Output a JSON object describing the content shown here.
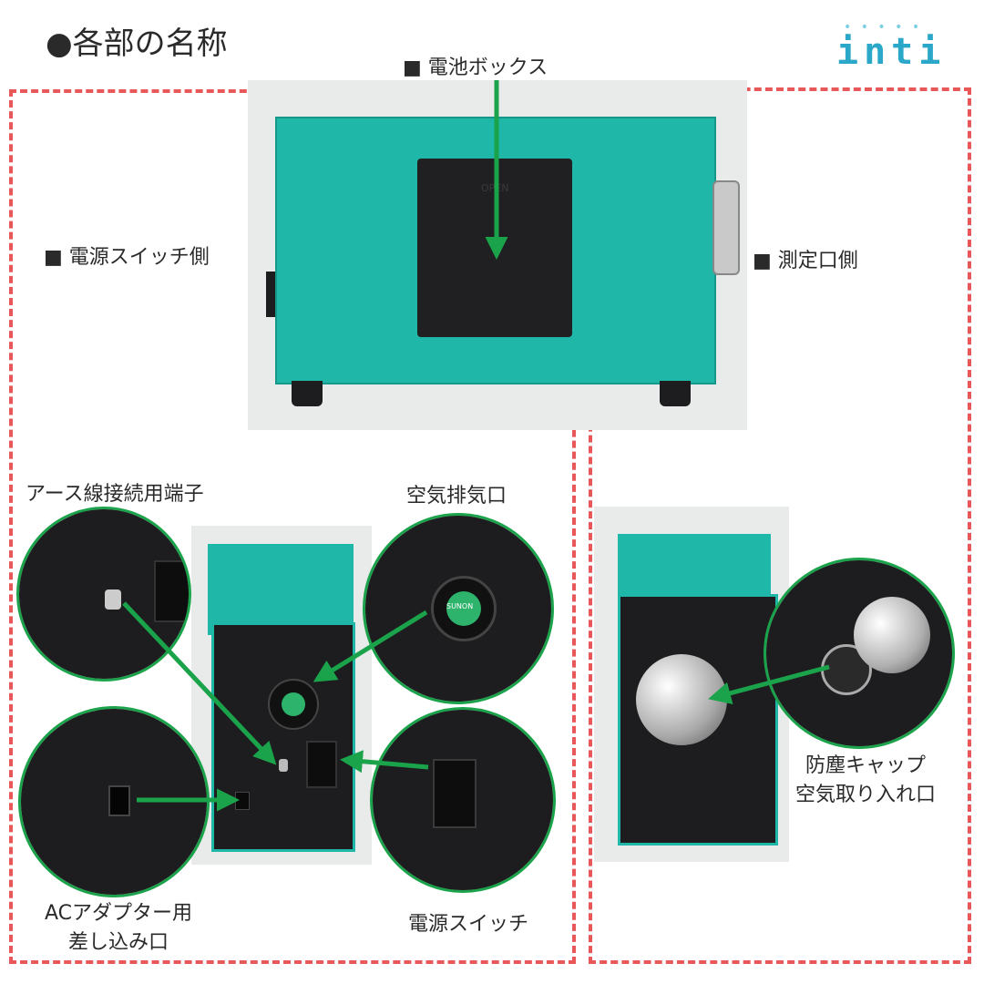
{
  "header": {
    "title": "●各部の名称",
    "logo_text": "inti"
  },
  "labels": {
    "battery_box": "■ 電池ボックス",
    "power_switch_side": "■ 電源スイッチ側",
    "measurement_side": "■ 測定口側",
    "earth_terminal": "アース線接続用端子",
    "air_exhaust": "空気排気口",
    "ac_adapter_line1": "ACアダプター用",
    "ac_adapter_line2": "差し込み口",
    "power_switch": "電源スイッチ",
    "dust_cap_line1": "防塵キャップ",
    "dust_cap_line2": "空気取り入れ口"
  },
  "photo_text": {
    "open_mark": "OPEN",
    "fan_brand": "SUNON"
  },
  "colors": {
    "teal_body": "#1fb8a8",
    "black_panel": "#1d1d1f",
    "arrow_green": "#1aa34a",
    "dashed_red": "#e8585a",
    "logo_blue": "#2aa7c9"
  }
}
